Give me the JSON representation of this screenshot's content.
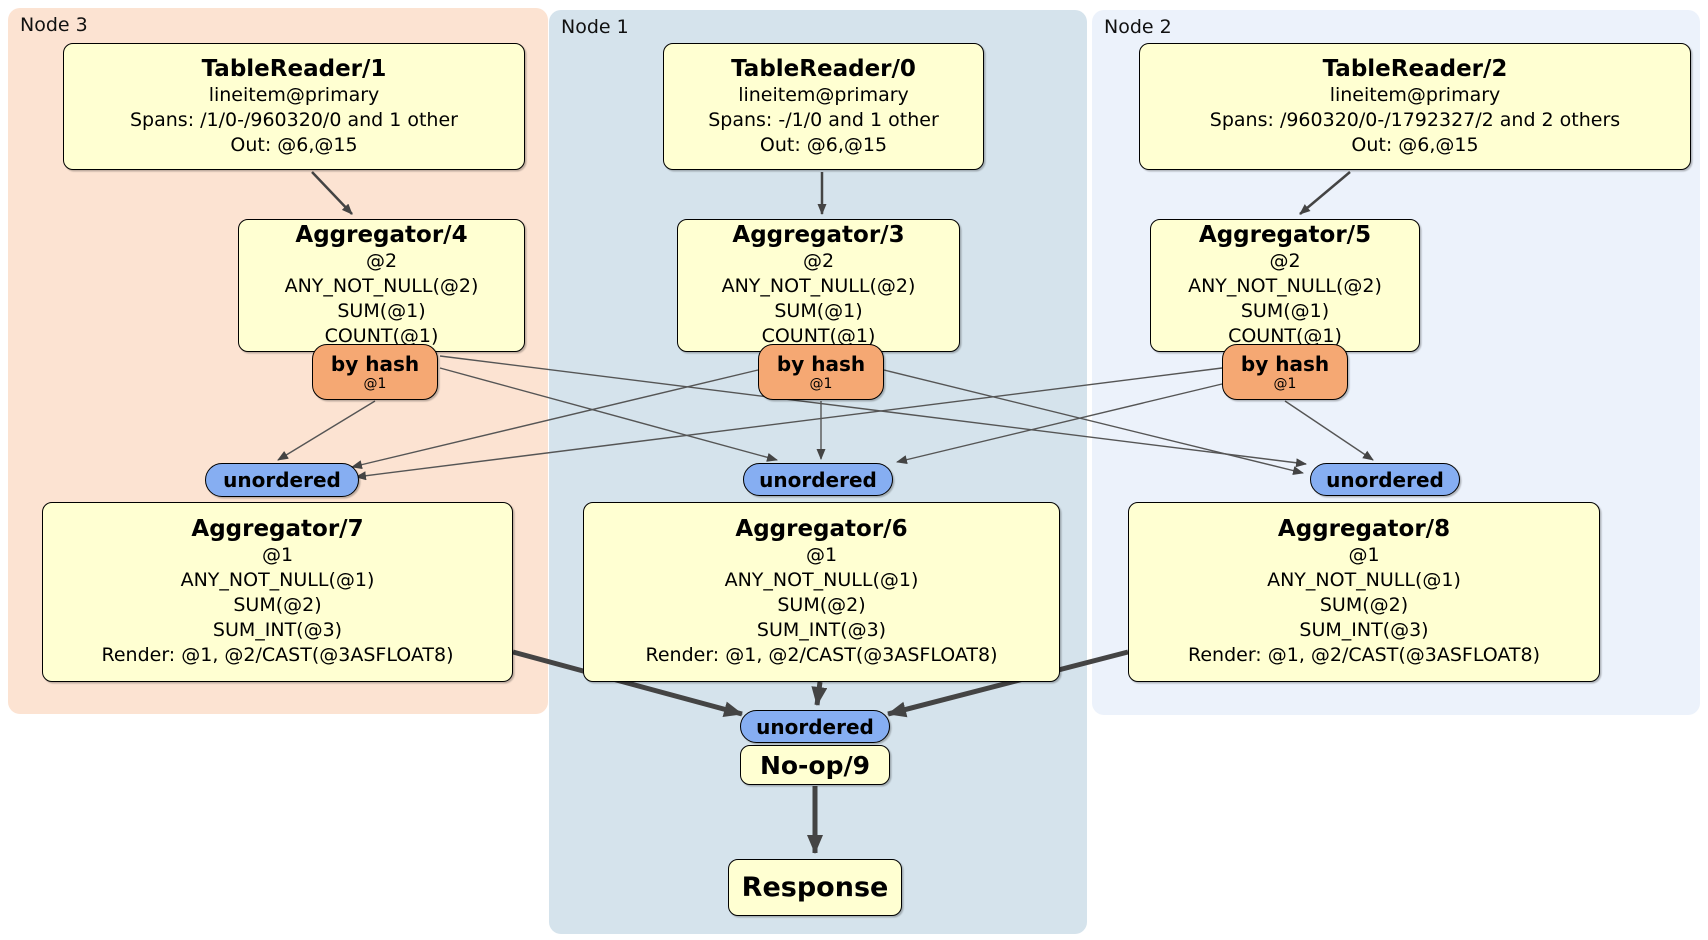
{
  "diagram": {
    "type": "distsql-plan",
    "regions": [
      {
        "id": "node3",
        "label": "Node 3",
        "color": "#FCE3D2"
      },
      {
        "id": "node1",
        "label": "Node 1",
        "color": "#D5E3EC"
      },
      {
        "id": "node2",
        "label": "Node 2",
        "color": "#ECF2FB"
      }
    ],
    "processors": [
      {
        "id": "tr1",
        "region": "node3",
        "title": "TableReader/1",
        "lines": [
          "lineitem@primary",
          "Spans: /1/0-/960320/0 and 1 other",
          "Out: @6,@15"
        ]
      },
      {
        "id": "tr0",
        "region": "node1",
        "title": "TableReader/0",
        "lines": [
          "lineitem@primary",
          "Spans: -/1/0 and 1 other",
          "Out: @6,@15"
        ]
      },
      {
        "id": "tr2",
        "region": "node2",
        "title": "TableReader/2",
        "lines": [
          "lineitem@primary",
          "Spans: /960320/0-/1792327/2 and 2 others",
          "Out: @6,@15"
        ]
      },
      {
        "id": "agg4",
        "region": "node3",
        "title": "Aggregator/4",
        "lines": [
          "@2",
          "ANY_NOT_NULL(@2)",
          "SUM(@1)",
          "COUNT(@1)"
        ]
      },
      {
        "id": "agg3",
        "region": "node1",
        "title": "Aggregator/3",
        "lines": [
          "@2",
          "ANY_NOT_NULL(@2)",
          "SUM(@1)",
          "COUNT(@1)"
        ]
      },
      {
        "id": "agg5",
        "region": "node2",
        "title": "Aggregator/5",
        "lines": [
          "@2",
          "ANY_NOT_NULL(@2)",
          "SUM(@1)",
          "COUNT(@1)"
        ]
      },
      {
        "id": "agg7",
        "region": "node3",
        "title": "Aggregator/7",
        "lines": [
          "@1",
          "ANY_NOT_NULL(@1)",
          "SUM(@2)",
          "SUM_INT(@3)",
          "Render: @1, @2/CAST(@3ASFLOAT8)"
        ]
      },
      {
        "id": "agg6",
        "region": "node1",
        "title": "Aggregator/6",
        "lines": [
          "@1",
          "ANY_NOT_NULL(@1)",
          "SUM(@2)",
          "SUM_INT(@3)",
          "Render: @1, @2/CAST(@3ASFLOAT8)"
        ]
      },
      {
        "id": "agg8",
        "region": "node2",
        "title": "Aggregator/8",
        "lines": [
          "@1",
          "ANY_NOT_NULL(@1)",
          "SUM(@2)",
          "SUM_INT(@3)",
          "Render: @1, @2/CAST(@3ASFLOAT8)"
        ]
      },
      {
        "id": "noop9",
        "region": "node1",
        "title": "No-op/9",
        "lines": []
      },
      {
        "id": "response",
        "region": "node1",
        "title": "Response",
        "lines": []
      }
    ],
    "routers": [
      {
        "id": "hash4",
        "region": "node3",
        "label": "by hash",
        "detail": "@1"
      },
      {
        "id": "hash3",
        "region": "node1",
        "label": "by hash",
        "detail": "@1"
      },
      {
        "id": "hash5",
        "region": "node2",
        "label": "by hash",
        "detail": "@1"
      }
    ],
    "syncs": [
      {
        "id": "sync7",
        "region": "node3",
        "label": "unordered"
      },
      {
        "id": "sync6",
        "region": "node1",
        "label": "unordered"
      },
      {
        "id": "sync8",
        "region": "node2",
        "label": "unordered"
      },
      {
        "id": "sync9",
        "region": "node1",
        "label": "unordered"
      }
    ],
    "edges": [
      {
        "from": "tr1",
        "to": "agg4"
      },
      {
        "from": "tr0",
        "to": "agg3"
      },
      {
        "from": "tr2",
        "to": "agg5"
      },
      {
        "from": "hash4",
        "to": "sync7"
      },
      {
        "from": "hash4",
        "to": "sync6"
      },
      {
        "from": "hash4",
        "to": "sync8"
      },
      {
        "from": "hash3",
        "to": "sync7"
      },
      {
        "from": "hash3",
        "to": "sync6"
      },
      {
        "from": "hash3",
        "to": "sync8"
      },
      {
        "from": "hash5",
        "to": "sync7"
      },
      {
        "from": "hash5",
        "to": "sync6"
      },
      {
        "from": "hash5",
        "to": "sync8"
      },
      {
        "from": "agg7",
        "to": "sync9"
      },
      {
        "from": "agg6",
        "to": "sync9"
      },
      {
        "from": "agg8",
        "to": "sync9"
      },
      {
        "from": "noop9",
        "to": "response"
      }
    ],
    "colors": {
      "processor_fill": "#FFFFD2",
      "router_fill": "#F5A873",
      "sync_fill": "#86AEF2",
      "edge_thin": "#555555",
      "edge_thick": "#444444"
    }
  }
}
